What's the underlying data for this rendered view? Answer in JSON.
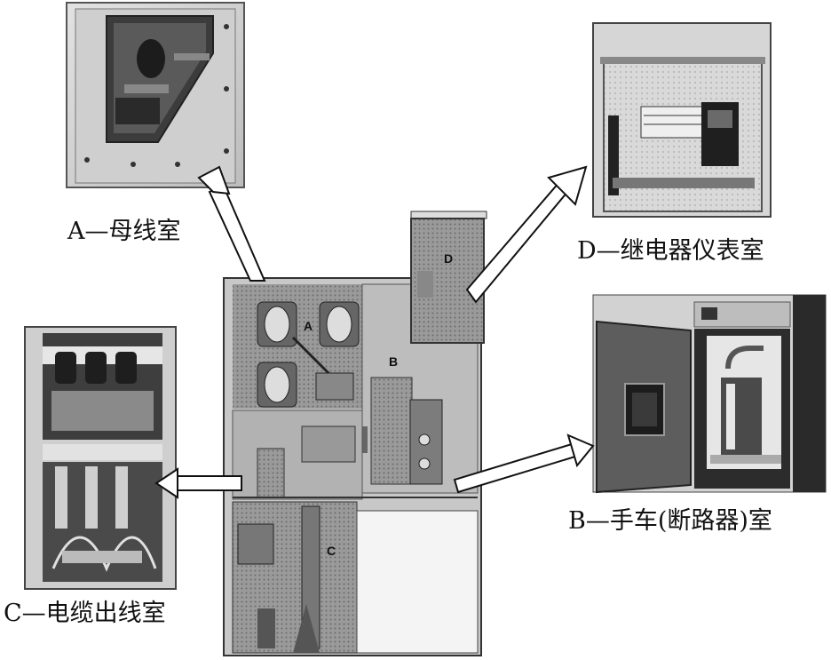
{
  "labels": {
    "a": "A—母线室",
    "b": "B—手车(断路器)室",
    "c": "C—电缆出线室",
    "d": "D—继电器仪表室"
  },
  "cabinet_letters": {
    "a": "A",
    "b": "B",
    "c": "C",
    "d": "D"
  }
}
